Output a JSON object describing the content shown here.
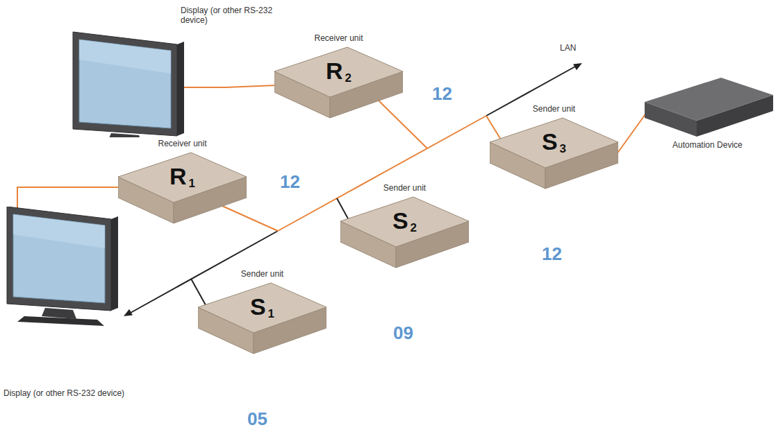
{
  "diagram": {
    "nodes": [
      {
        "text": [
          "Display (or other RS-232 device)"
        ]
      },
      {
        "text": [
          "Receiver unit",
          "R",
          "2"
        ]
      },
      {
        "text": [
          "Automation Device"
        ]
      },
      {
        "text": [
          "Receiver unit",
          "R",
          "1"
        ]
      },
      {
        "text": [
          "Sender unit",
          "S",
          "3"
        ]
      },
      {
        "text": [
          "Sender unit",
          "S",
          "2"
        ]
      },
      {
        "text": [
          "Sender unit",
          "S",
          "1"
        ]
      },
      {
        "text": [
          "Display (or other RS-232 device)"
        ]
      }
    ],
    "edges": [
      {
        "from": 0,
        "to": 1,
        "arrow": "none"
      },
      {
        "from": 7,
        "to": 3,
        "arrow": "none"
      },
      {
        "from": 4,
        "to": 2,
        "arrow": "none"
      }
    ],
    "labels": [
      "LAN",
      "12",
      "12",
      "12",
      "09",
      "05"
    ]
  }
}
